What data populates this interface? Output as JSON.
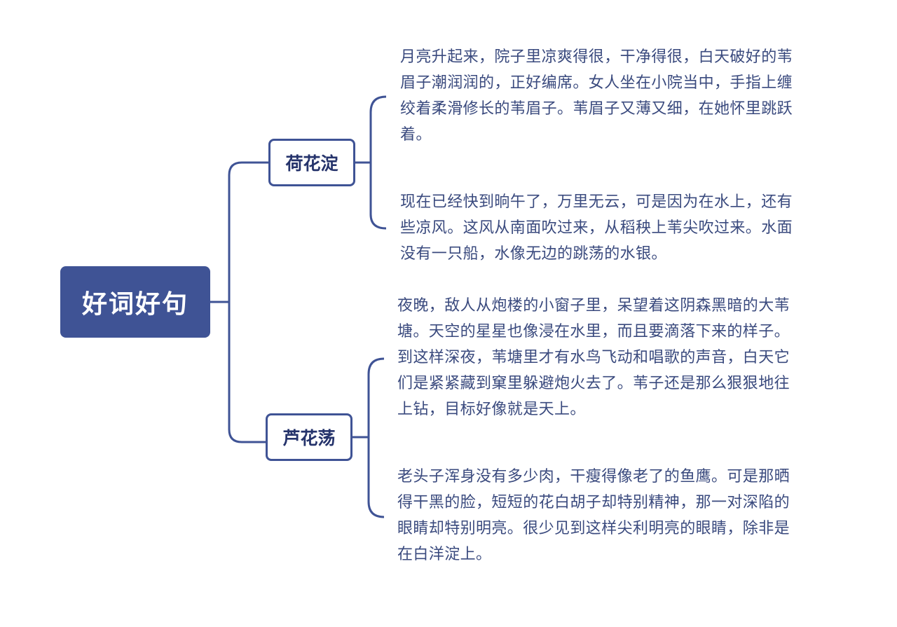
{
  "root": {
    "label": "好词好句"
  },
  "branches": [
    {
      "label": "荷花淀",
      "leaves": [
        "月亮升起来，院子里凉爽得很，干净得很，白天破好的苇眉子潮润润的，正好编席。女人坐在小院当中，手指上缠绞着柔滑修长的苇眉子。苇眉子又薄又细，在她怀里跳跃着。",
        "现在已经快到晌午了，万里无云，可是因为在水上，还有些凉风。这风从南面吹过来，从稻秧上苇尖吹过来。水面没有一只船，水像无边的跳荡的水银。"
      ]
    },
    {
      "label": "芦花荡",
      "leaves": [
        "夜晚，敌人从炮楼的小窗子里，呆望着这阴森黑暗的大苇塘。天空的星星也像浸在水里，而且要滴落下来的样子。到这样深夜，苇塘里才有水鸟飞动和唱歌的声音，白天它们是紧紧藏到窠里躲避炮火去了。苇子还是那么狠狠地往上钻，目标好像就是天上。",
        "老头子浑身没有多少肉，干瘦得像老了的鱼鹰。可是那晒得干黑的脸，短短的花白胡子却特别精神，那一对深陷的眼睛却特别明亮。很少见到这样尖利明亮的眼睛，除非是在白洋淀上。"
      ]
    }
  ],
  "colors": {
    "root_fill": "#3f5395",
    "line": "#3f5395",
    "branch_text": "#25336b",
    "leaf_text": "#3a4a7e"
  }
}
